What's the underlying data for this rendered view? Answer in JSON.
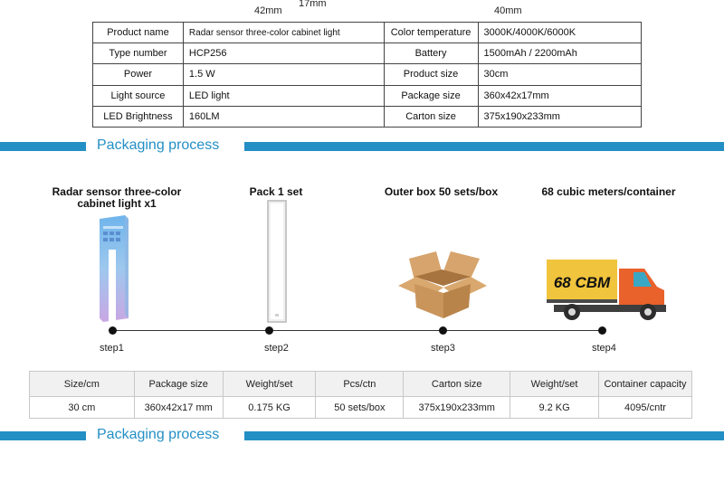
{
  "colors": {
    "accent": "#248fc5",
    "section_title": "#248fc5",
    "table_header_bg": "#f1f1f1",
    "truck_cargo": "#f0c43c",
    "truck_cab": "#e9612b",
    "box": "#c9955b"
  },
  "dimensions": {
    "length_a": "42mm",
    "depth_a": "17mm",
    "length_b": "40mm"
  },
  "spec_table": {
    "rows": [
      {
        "label1": "Product name",
        "value1": "Radar sensor three-color cabinet light",
        "label2": "Color temperature",
        "value2": "3000K/4000K/6000K"
      },
      {
        "label1": "Type number",
        "value1": "HCP256",
        "label2": "Battery",
        "value2": "1500mAh / 2200mAh"
      },
      {
        "label1": "Power",
        "value1": "1.5 W",
        "label2": "Product size",
        "value2": "30cm"
      },
      {
        "label1": "Light source",
        "value1": "LED light",
        "label2": "Package size",
        "value2": "360x42x17mm"
      },
      {
        "label1": "LED Brightness",
        "value1": "160LM",
        "label2": "Carton size",
        "value2": "375x190x233mm"
      }
    ]
  },
  "sections": [
    {
      "title": "Packaging process"
    },
    {
      "title": "Packaging process"
    }
  ],
  "process": {
    "steps": [
      {
        "title_line1": "Radar sensor three-color",
        "title_line2": "cabinet light x1",
        "label": "step1",
        "image": "product-package-icon"
      },
      {
        "title_line1": "Pack 1 set",
        "title_line2": "",
        "label": "step2",
        "image": "single-pack-icon"
      },
      {
        "title_line1": "Outer box 50 sets/box",
        "title_line2": "",
        "label": "step3",
        "image": "cardboard-box-icon"
      },
      {
        "title_line1": "68 cubic meters/container",
        "title_line2": "",
        "label": "step4",
        "image": "truck-icon"
      }
    ],
    "truck_text": "68 CBM"
  },
  "packing_table": {
    "headers": [
      "Size/cm",
      "Package size",
      "Weight/set",
      "Pcs/ctn",
      "Carton size",
      "Weight/set",
      "Container capacity"
    ],
    "values": [
      "30 cm",
      "360x42x17 mm",
      "0.175 KG",
      "50 sets/box",
      "375x190x233mm",
      "9.2 KG",
      "4095/cntr"
    ]
  }
}
